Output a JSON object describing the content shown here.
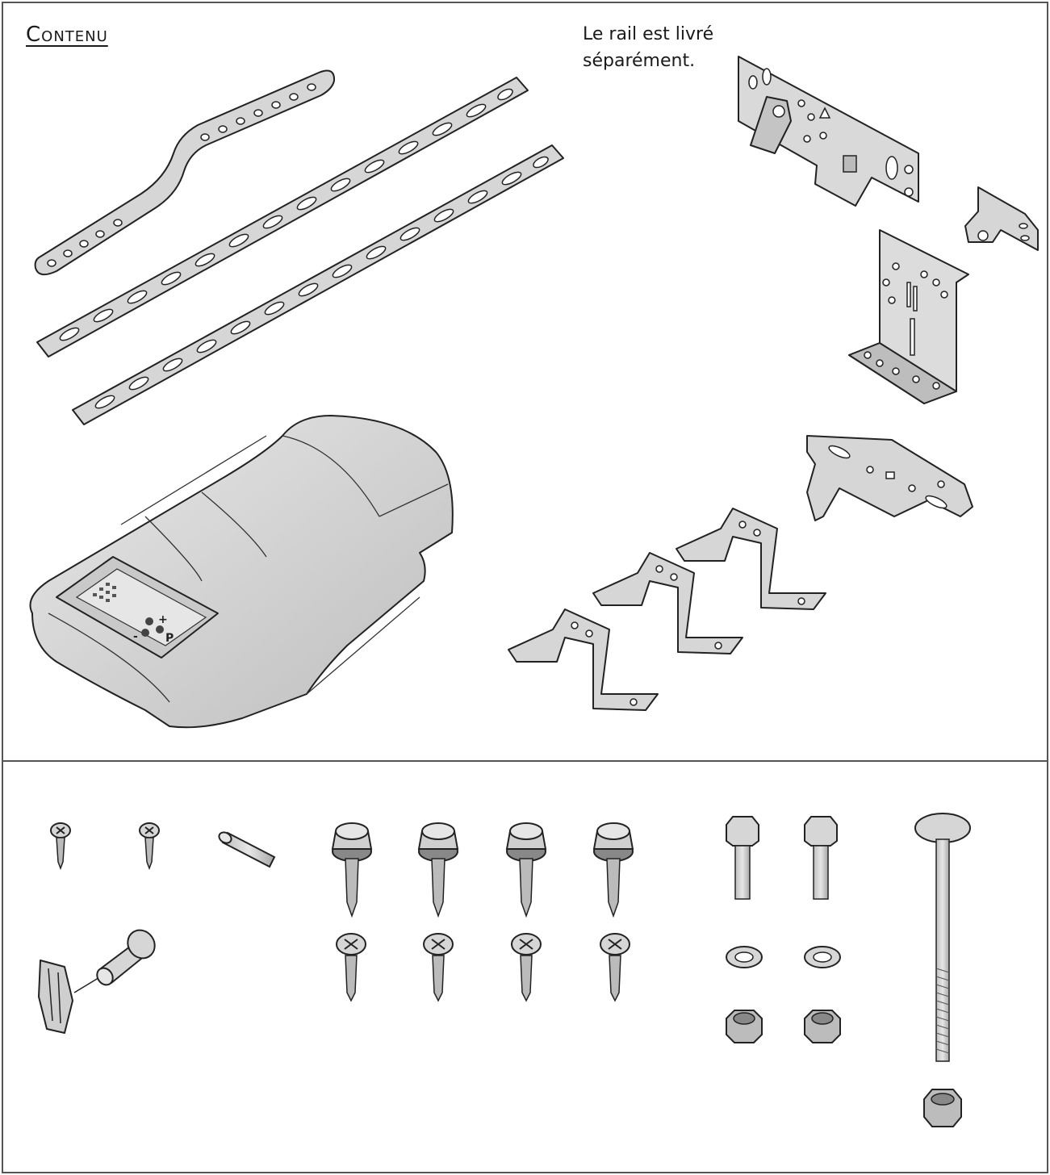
{
  "document": {
    "section_title": "Contenu",
    "rail_note": {
      "line1": "Le rail est livré",
      "line2": "séparément."
    }
  },
  "colors": {
    "part_fill": "#d6d6d6",
    "part_shade": "#b8b8b8",
    "outline": "#222222",
    "frame": "#555555"
  }
}
